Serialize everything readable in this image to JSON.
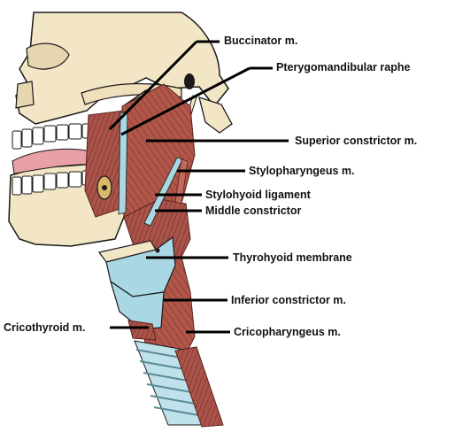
{
  "labels": {
    "buccinator": "Buccinator m.",
    "pterygomandibular": "Pterygomandibular raphe",
    "superior_constrictor": "Superior constrictor m.",
    "stylopharyngeus": "Stylopharyngeus m.",
    "stylohyoid_ligament": "Stylohyoid ligament",
    "middle_constrictor": "Middle constrictor",
    "thyrohyoid_membrane": "Thyrohyoid membrane",
    "inferior_constrictor": "Inferior constrictor m.",
    "cricothyroid": "Cricothyroid m.",
    "cricopharyngeus": "Cricopharyngeus m."
  },
  "colors": {
    "bone": "#f3e6c6",
    "muscle": "#b0574a",
    "muscle_dark": "#7f2f28",
    "membrane": "#a9d8e4",
    "tongue": "#e6a0a6",
    "outline": "#1a1a1a"
  }
}
